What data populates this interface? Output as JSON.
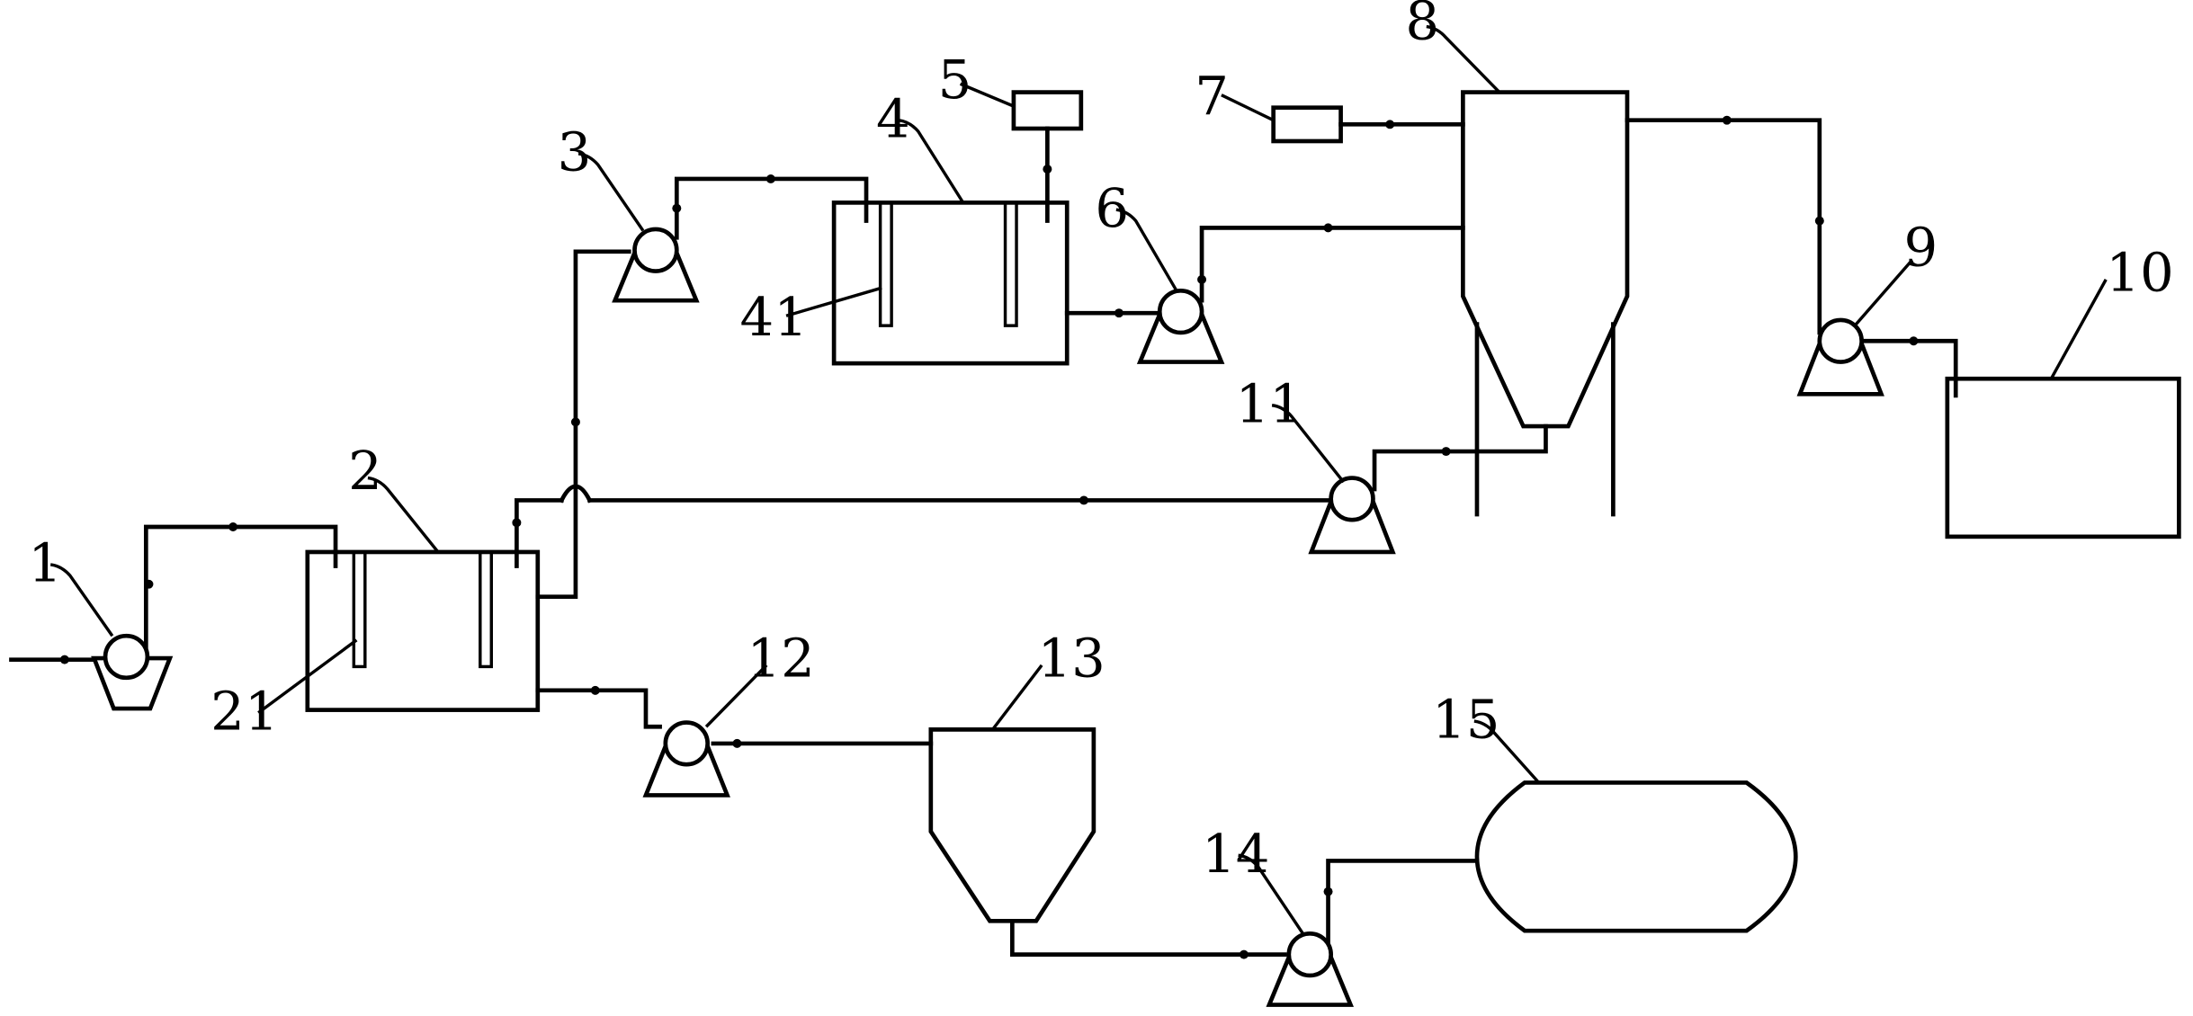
{
  "labels": {
    "l1": "1",
    "l2": "2",
    "l3": "3",
    "l4": "4",
    "l5": "5",
    "l6": "6",
    "l7": "7",
    "l8": "8",
    "l9": "9",
    "l10": "10",
    "l11": "11",
    "l12": "12",
    "l13": "13",
    "l14": "14",
    "l15": "15",
    "l21": "21",
    "l41": "41"
  }
}
